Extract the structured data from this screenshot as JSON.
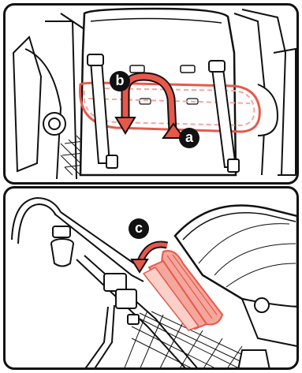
{
  "steps": {
    "a": {
      "label": "a"
    },
    "b": {
      "label": "b"
    },
    "c": {
      "label": "c"
    }
  },
  "colors": {
    "outline": "#111111",
    "accent": "#e8584a",
    "accent_light": "#f4a79d",
    "background": "#ffffff"
  },
  "icons": {
    "top": "strap-fastening-arrow-icon",
    "bottom": "seat-fold-arrow-icon"
  }
}
